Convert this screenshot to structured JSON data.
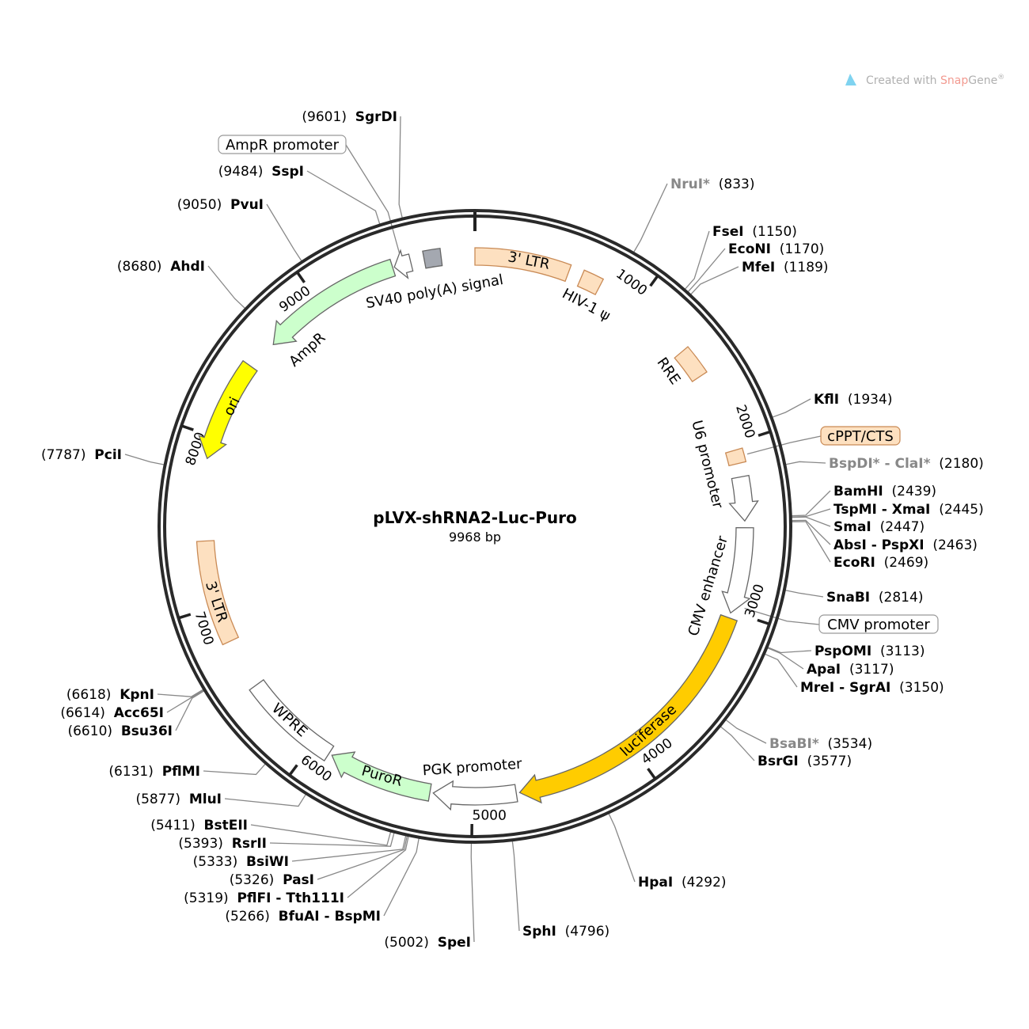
{
  "title": "pLVX-shRNA2-Luc-Puro",
  "length_label": "9968 bp",
  "length_bp": 9968,
  "watermark": {
    "prefix": "Created with ",
    "brand": "Snap",
    "brand2": "Gene",
    "mark": "®"
  },
  "colors": {
    "orange": "#fde0c0",
    "orange_stroke": "#c98a55",
    "green": "#ccffcc",
    "yellow": "#ffff00",
    "gold": "#ffcc00",
    "grey": "#a4a8b0",
    "white": "#ffffff",
    "ring": "#2a2a2a"
  },
  "ticks": [
    "1000",
    "2000",
    "3000",
    "4000",
    "5000",
    "6000",
    "7000",
    "8000",
    "9000"
  ],
  "features": [
    {
      "name": "3' LTR",
      "start": 0,
      "end": 560,
      "dir": "none",
      "color": "orange"
    },
    {
      "name": "HIV-1 ψ",
      "start": 640,
      "end": 760,
      "dir": "none",
      "color": "orange"
    },
    {
      "name": "RRE",
      "start": 1380,
      "end": 1560,
      "dir": "none",
      "color": "orange"
    },
    {
      "name": "cPPT/CTS",
      "start": 2040,
      "end": 2120,
      "dir": "none",
      "color": "orange"
    },
    {
      "name": "U6 promoter",
      "start": 2200,
      "end": 2460,
      "dir": "fwd",
      "color": "white"
    },
    {
      "name": "CMV enhancer",
      "start": 2500,
      "end": 3010,
      "dir": "fwd",
      "color": "white"
    },
    {
      "name": "luciferase",
      "start": 3040,
      "end": 4720,
      "dir": "fwd",
      "color": "gold"
    },
    {
      "name": "PGK promoter",
      "start": 4740,
      "end": 5230,
      "dir": "fwd",
      "color": "white"
    },
    {
      "name": "PuroR",
      "start": 5250,
      "end": 5870,
      "dir": "fwd",
      "color": "green"
    },
    {
      "name": "WPRE",
      "start": 5890,
      "end": 6480,
      "dir": "none",
      "color": "white"
    },
    {
      "name": "3' LTR",
      "start": 6780,
      "end": 7390,
      "dir": "none",
      "color": "orange"
    },
    {
      "name": "ori",
      "start": 7870,
      "end": 8460,
      "dir": "rev",
      "color": "yellow"
    },
    {
      "name": "AmpR",
      "start": 8640,
      "end": 9480,
      "dir": "rev",
      "color": "green"
    },
    {
      "name": "AmpR promoter",
      "start": 9490,
      "end": 9590,
      "dir": "rev",
      "color": "white"
    },
    {
      "name": "SV40 poly(A) signal",
      "start": 9670,
      "end": 9770,
      "dir": "none",
      "color": "grey"
    }
  ],
  "feature_callouts": [
    {
      "name": "AmpR promoter",
      "bp": 9540,
      "color": "white"
    },
    {
      "name": "cPPT/CTS",
      "bp": 2080,
      "color": "orange"
    },
    {
      "name": "CMV promoter",
      "bp": 2960,
      "color": "white"
    }
  ],
  "sites": [
    {
      "name": "SgrDI",
      "pos": "9601",
      "bp": 9601,
      "grey": false
    },
    {
      "name": "SspI",
      "pos": "9484",
      "bp": 9484,
      "grey": false
    },
    {
      "name": "PvuI",
      "pos": "9050",
      "bp": 9050,
      "grey": false
    },
    {
      "name": "AhdI",
      "pos": "8680",
      "bp": 8680,
      "grey": false
    },
    {
      "name": "PciI",
      "pos": "7787",
      "bp": 7787,
      "grey": false
    },
    {
      "name": "KpnI",
      "pos": "6618",
      "bp": 6618,
      "grey": false
    },
    {
      "name": "Acc65I",
      "pos": "6614",
      "bp": 6614,
      "grey": false
    },
    {
      "name": "Bsu36I",
      "pos": "6610",
      "bp": 6610,
      "grey": false
    },
    {
      "name": "PflMI",
      "pos": "6131",
      "bp": 6131,
      "grey": false
    },
    {
      "name": "MluI",
      "pos": "5877",
      "bp": 5877,
      "grey": false
    },
    {
      "name": "BstEII",
      "pos": "5411",
      "bp": 5411,
      "grey": false
    },
    {
      "name": "RsrII",
      "pos": "5393",
      "bp": 5393,
      "grey": false
    },
    {
      "name": "BsiWI",
      "pos": "5333",
      "bp": 5333,
      "grey": false
    },
    {
      "name": "PasI",
      "pos": "5326",
      "bp": 5326,
      "grey": false
    },
    {
      "name": "PflFI - Tth111I",
      "pos": "5319",
      "bp": 5319,
      "grey": false
    },
    {
      "name": "BfuAI - BspMI",
      "pos": "5266",
      "bp": 5266,
      "grey": false
    },
    {
      "name": "SpeI",
      "pos": "5002",
      "bp": 5002,
      "grey": false
    },
    {
      "name": "SphI",
      "pos": "4796",
      "bp": 4796,
      "grey": false
    },
    {
      "name": "HpaI",
      "pos": "4292",
      "bp": 4292,
      "grey": false
    },
    {
      "name": "BsaBI*",
      "pos": "3534",
      "bp": 3534,
      "grey": true
    },
    {
      "name": "BsrGI",
      "pos": "3577",
      "bp": 3577,
      "grey": false
    },
    {
      "name": "PspOMI",
      "pos": "3113",
      "bp": 3113,
      "grey": false
    },
    {
      "name": "ApaI",
      "pos": "3117",
      "bp": 3117,
      "grey": false
    },
    {
      "name": "MreI - SgrAI",
      "pos": "3150",
      "bp": 3150,
      "grey": false
    },
    {
      "name": "SnaBI",
      "pos": "2814",
      "bp": 2814,
      "grey": false
    },
    {
      "name": "BamHI",
      "pos": "2439",
      "bp": 2439,
      "grey": false
    },
    {
      "name": "TspMI - XmaI",
      "pos": "2445",
      "bp": 2445,
      "grey": false
    },
    {
      "name": "SmaI",
      "pos": "2447",
      "bp": 2447,
      "grey": false
    },
    {
      "name": "AbsI - PspXI",
      "pos": "2463",
      "bp": 2463,
      "grey": false
    },
    {
      "name": "EcoRI",
      "pos": "2469",
      "bp": 2469,
      "grey": false
    },
    {
      "name": "BspDI* - ClaI*",
      "pos": "2180",
      "bp": 2180,
      "grey": true
    },
    {
      "name": "KflI",
      "pos": "1934",
      "bp": 1934,
      "grey": false
    },
    {
      "name": "FseI",
      "pos": "1150",
      "bp": 1150,
      "grey": false
    },
    {
      "name": "EcoNI",
      "pos": "1170",
      "bp": 1170,
      "grey": false
    },
    {
      "name": "MfeI",
      "pos": "1189",
      "bp": 1189,
      "grey": false
    },
    {
      "name": "NruI*",
      "pos": "833",
      "bp": 833,
      "grey": true
    }
  ]
}
